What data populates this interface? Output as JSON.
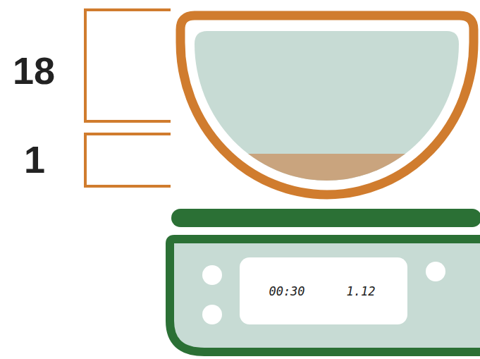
{
  "diagram": {
    "nodes": [
      {
        "text": [
          "00:30",
          "1.12"
        ]
      }
    ],
    "labels": [
      "18",
      "1"
    ]
  }
}
